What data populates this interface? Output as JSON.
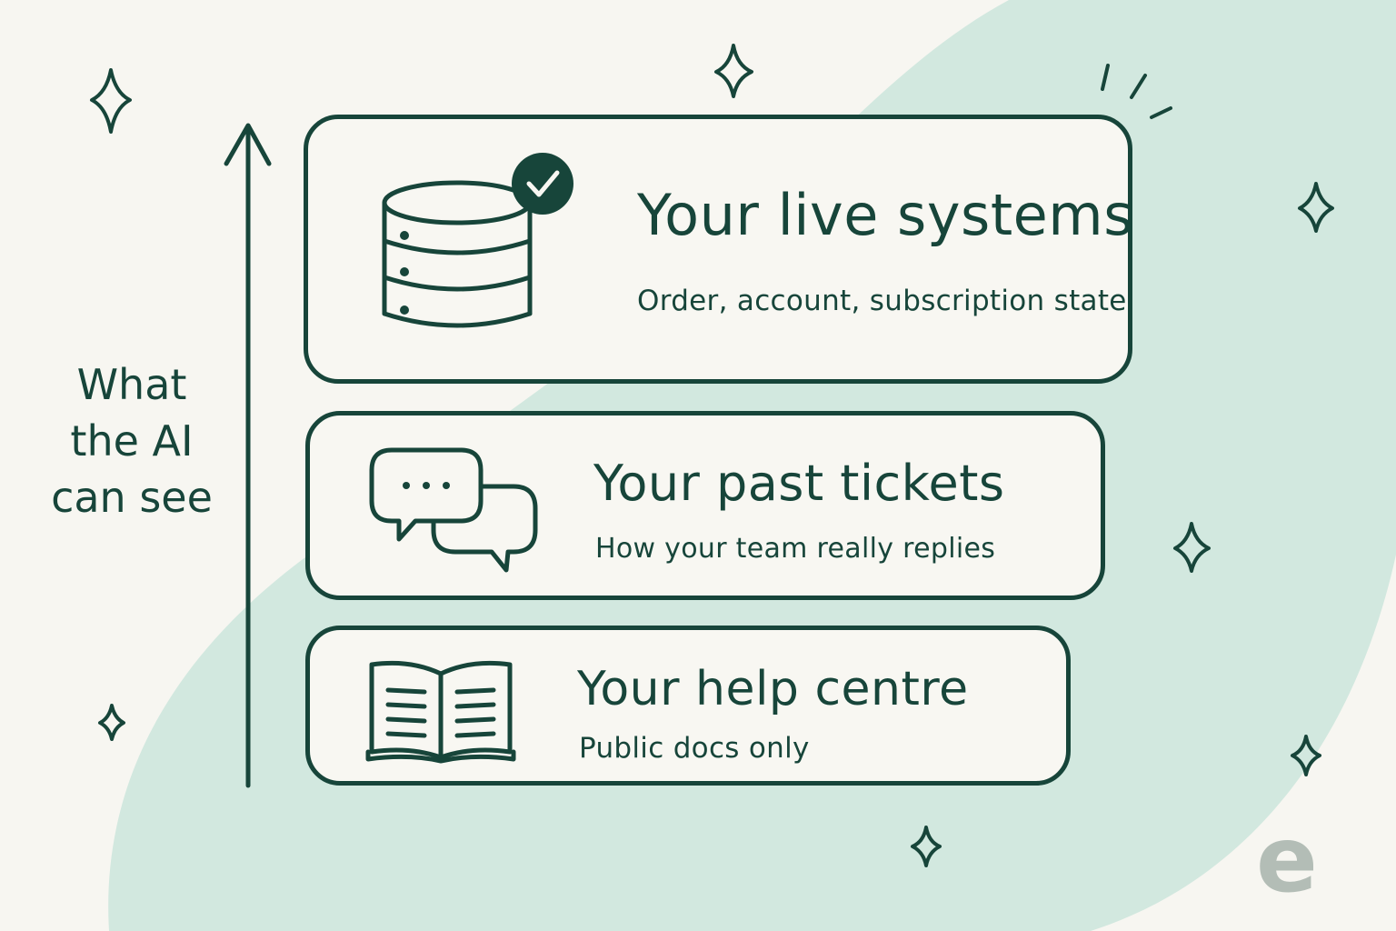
{
  "colors": {
    "ink": "#17453a",
    "background": "#f7f6f1",
    "blob": "#d2e8df",
    "card_fill": "#f8f7f2",
    "logo": "#b3bdb6"
  },
  "axis": {
    "label_lines": [
      "What",
      "the AI",
      "can see"
    ]
  },
  "cards": [
    {
      "title": "Your live systems",
      "subtitle": "Order, account, subscription state",
      "icon": "database-check-icon"
    },
    {
      "title": "Your past tickets",
      "subtitle": "How your team really replies",
      "icon": "chat-bubbles-icon"
    },
    {
      "title": "Your help centre",
      "subtitle": "Public docs only",
      "icon": "open-book-icon"
    }
  ],
  "logo": {
    "text": "e"
  }
}
